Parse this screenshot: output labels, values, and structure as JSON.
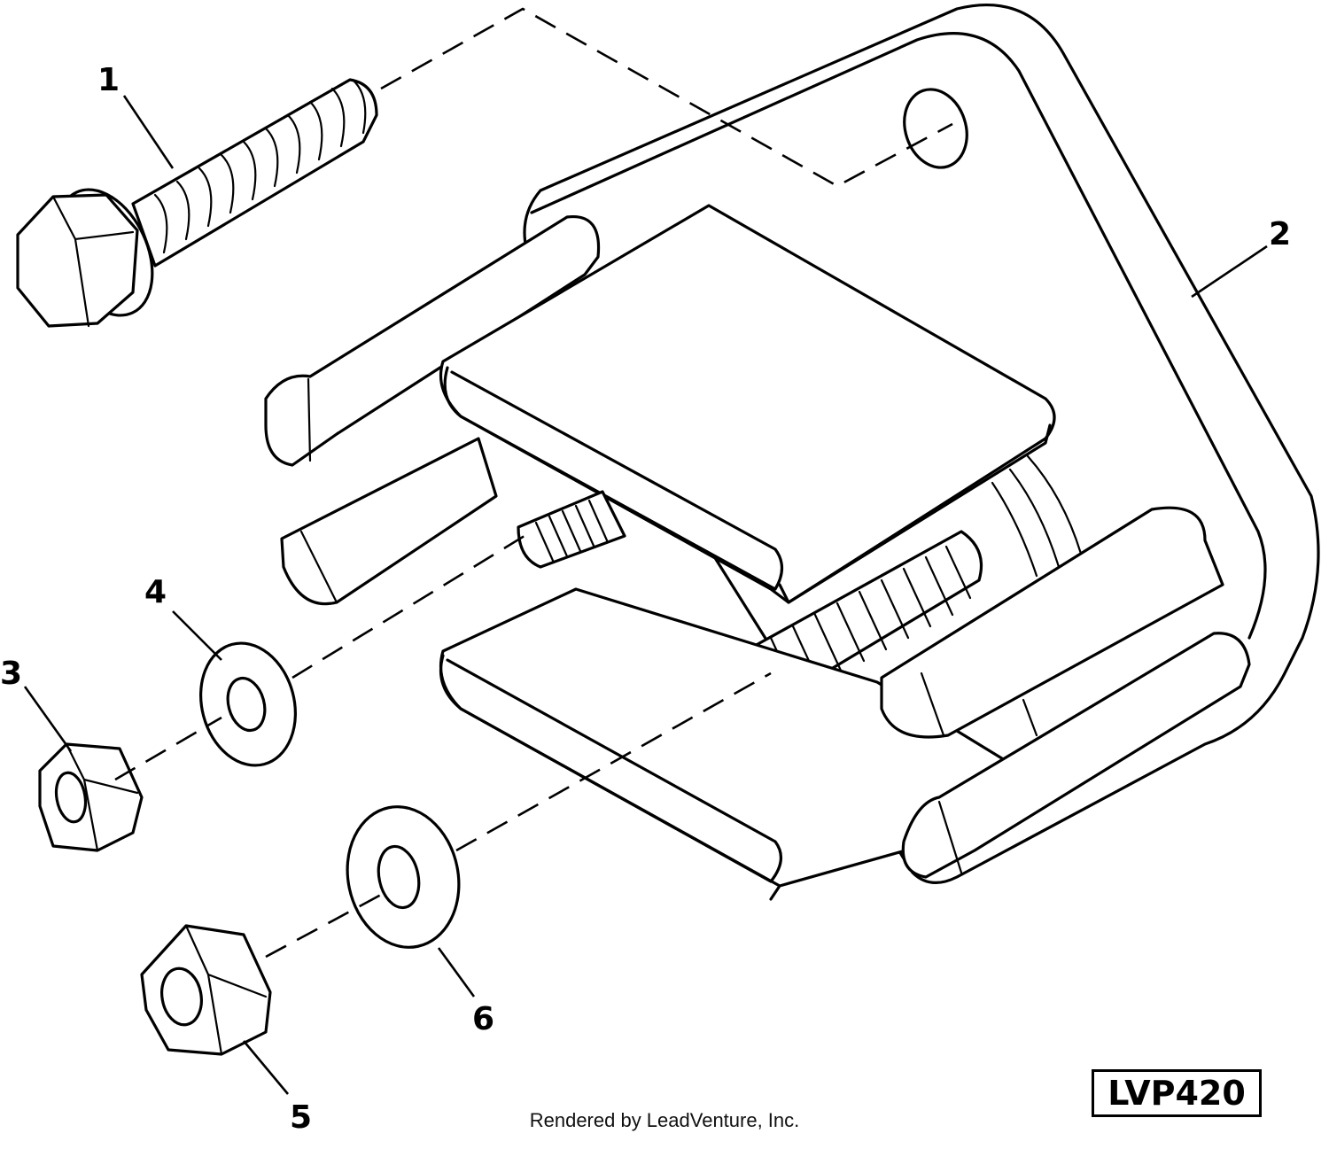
{
  "diagram": {
    "callouts": [
      {
        "id": "1",
        "label": "1"
      },
      {
        "id": "2",
        "label": "2"
      },
      {
        "id": "3",
        "label": "3"
      },
      {
        "id": "4",
        "label": "4"
      },
      {
        "id": "5",
        "label": "5"
      },
      {
        "id": "6",
        "label": "6"
      }
    ],
    "drawing_code": "LVP420",
    "credit": "Rendered by LeadVenture, Inc."
  }
}
